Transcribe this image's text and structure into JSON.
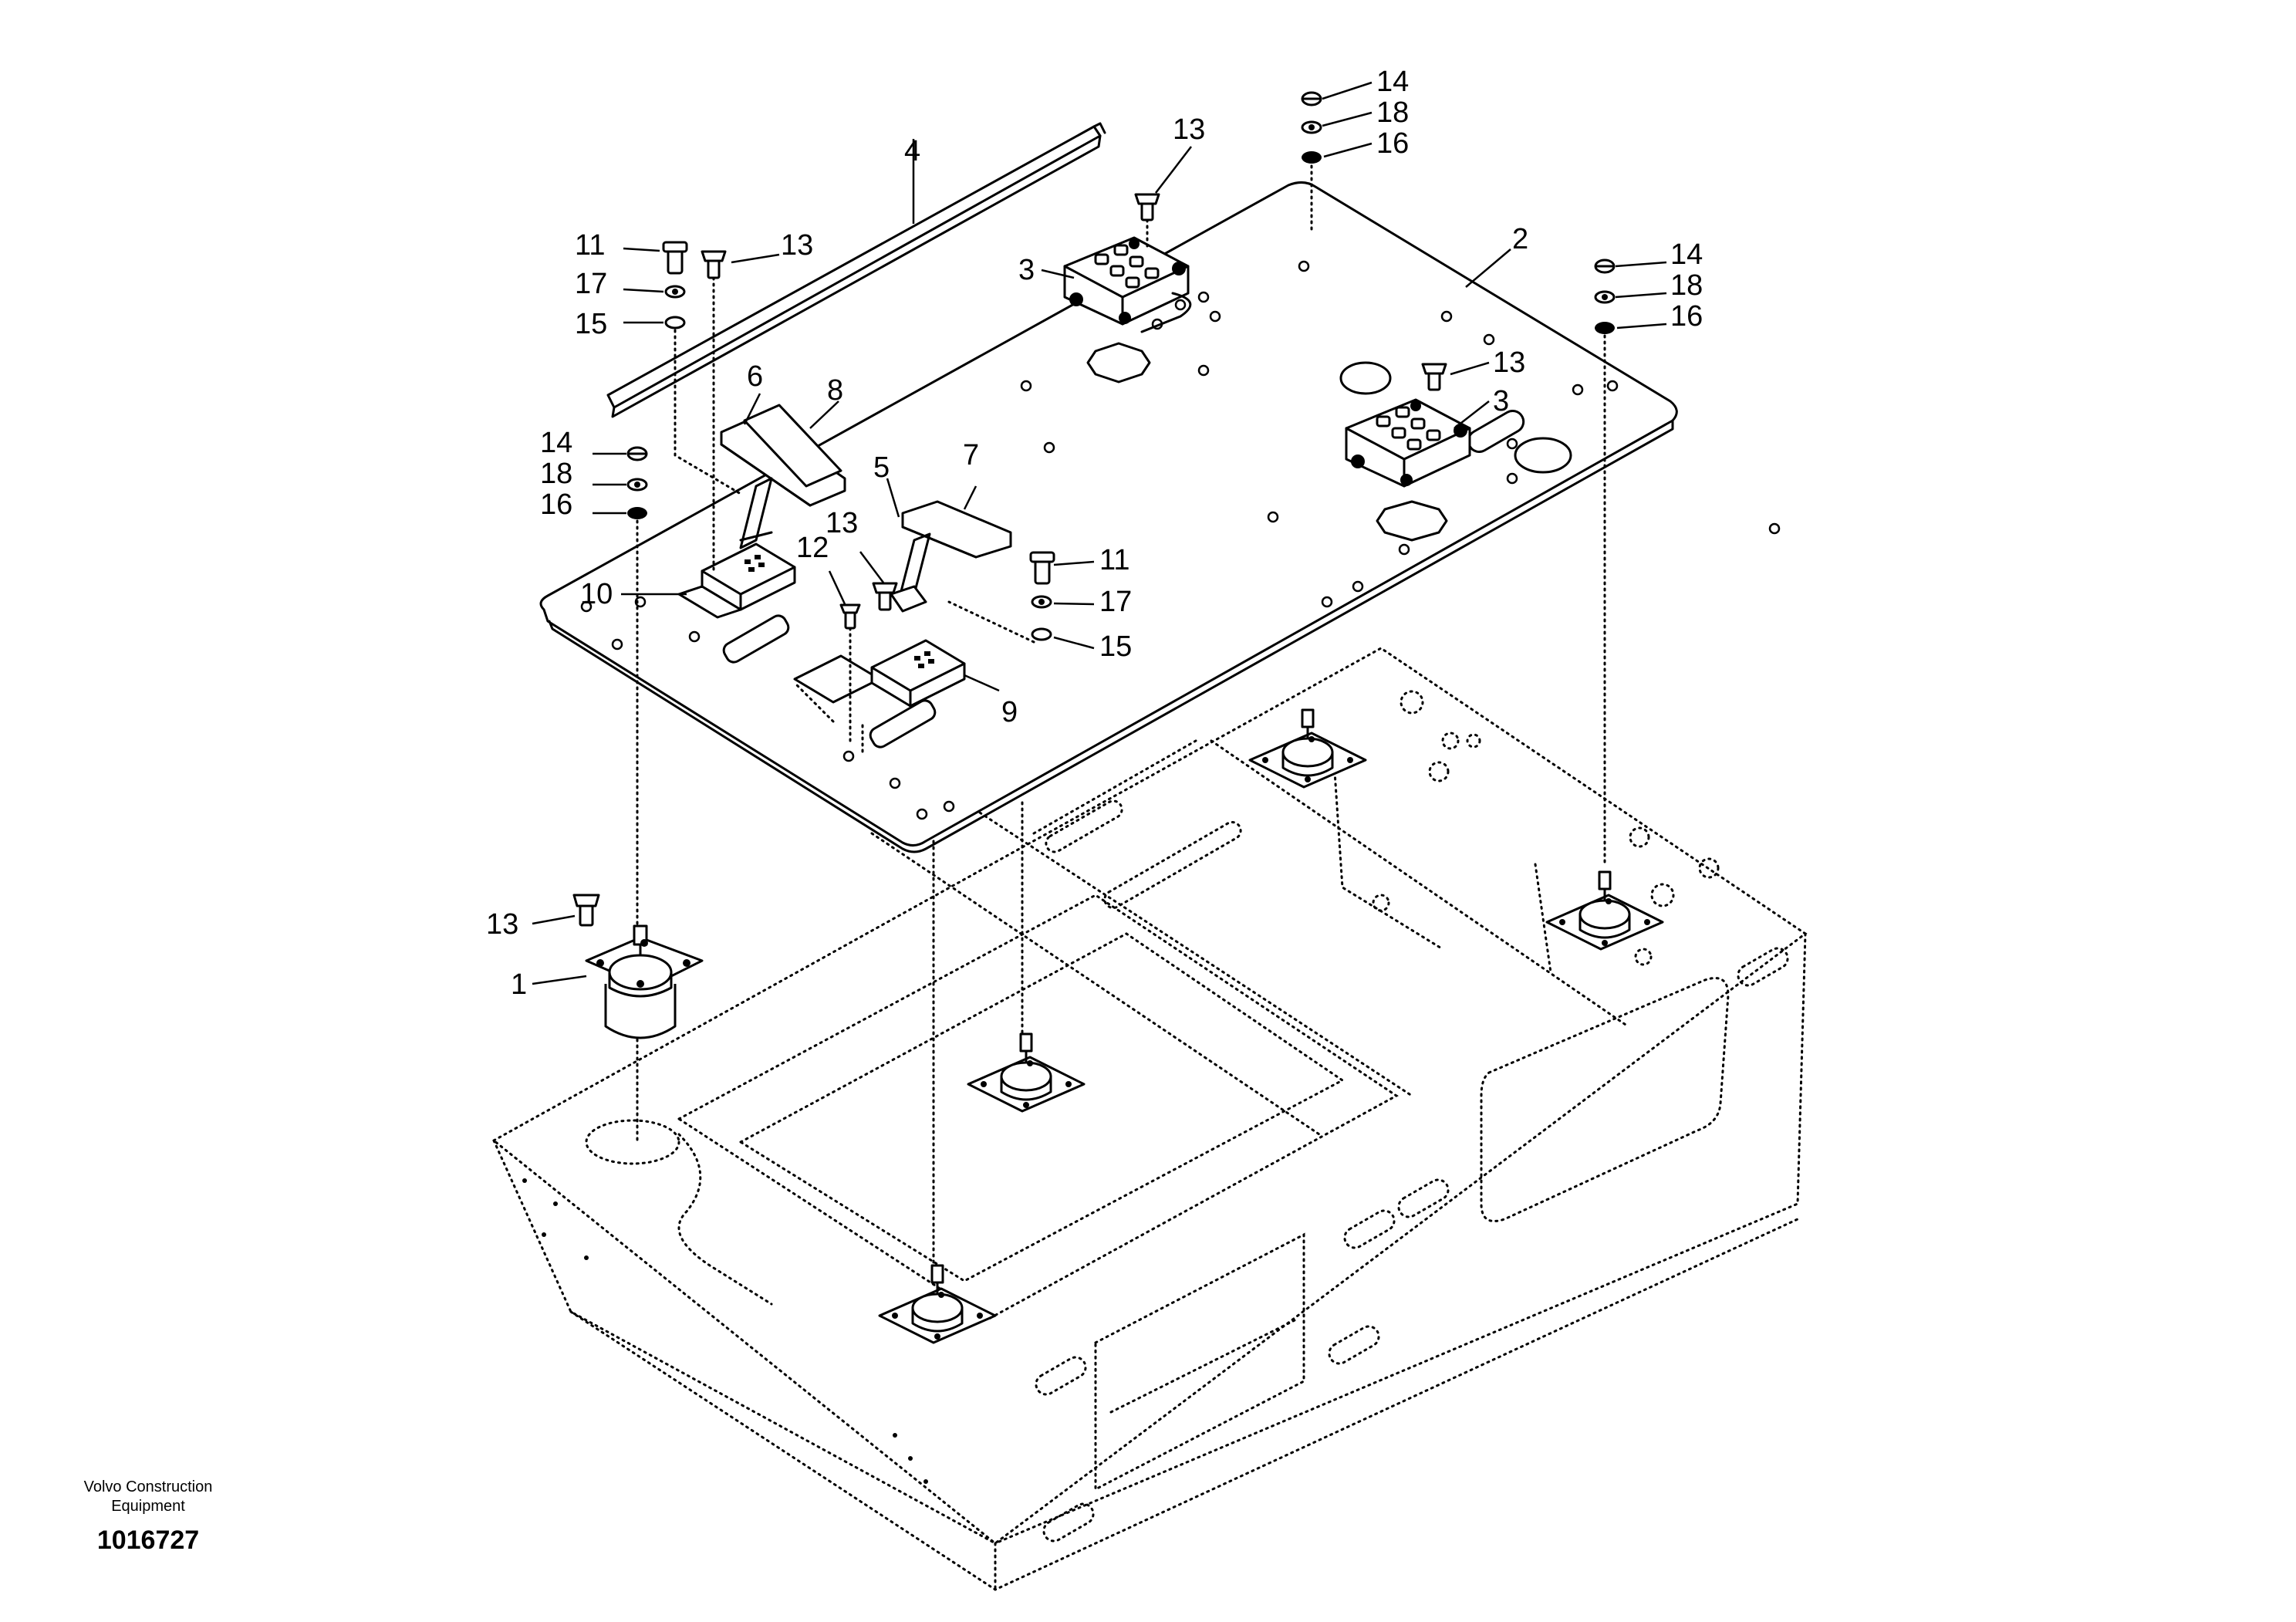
{
  "footer": {
    "company_line1": "Volvo Construction",
    "company_line2": "Equipment",
    "drawing_number": "1016727"
  },
  "callouts": {
    "c1": "1",
    "c2": "2",
    "c3a": "3",
    "c3b": "3",
    "c4": "4",
    "c5": "5",
    "c6": "6",
    "c7": "7",
    "c8": "8",
    "c9": "9",
    "c10": "10",
    "c11a": "11",
    "c11b": "11",
    "c12": "12",
    "c13a": "13",
    "c13b": "13",
    "c13c": "13",
    "c13d": "13",
    "c13e": "13",
    "c14a": "14",
    "c14b": "14",
    "c14c": "14",
    "c15a": "15",
    "c15b": "15",
    "c16a": "16",
    "c16b": "16",
    "c16c": "16",
    "c17a": "17",
    "c17b": "17",
    "c18a": "18",
    "c18b": "18",
    "c18c": "18"
  }
}
